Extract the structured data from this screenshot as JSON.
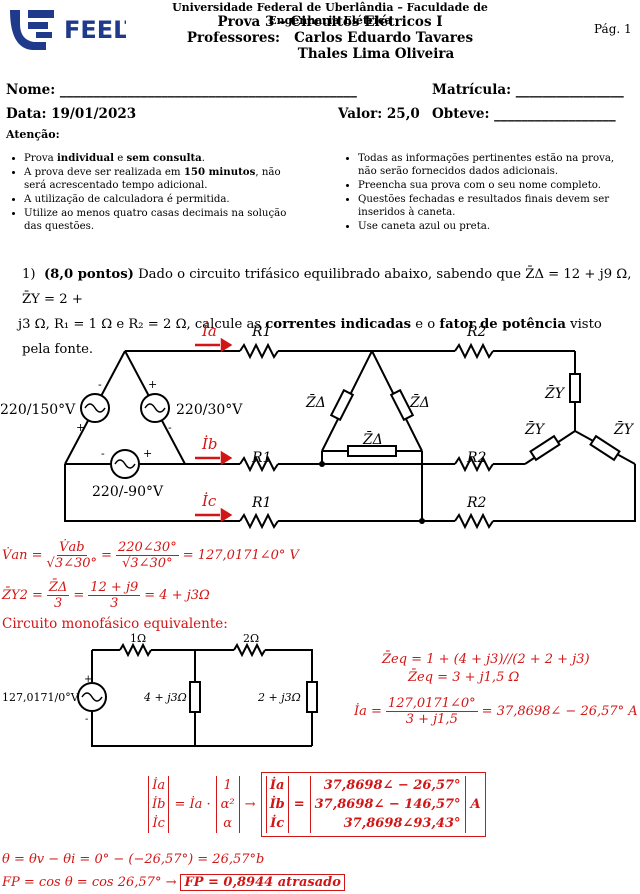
{
  "header": {
    "logo_text": "FEELT",
    "line1": "Universidade Federal de Uberlândia – Faculdade de Engenharia Elétrica",
    "line2": "Prova 3 – Circuitos Elétricos I",
    "line3": "Professores:   Carlos Eduardo Tavares",
    "line4": "Thales Lima Oliveira",
    "page": "Pág. 1"
  },
  "form": {
    "nome": "Nome: ____________________________________________",
    "matricula": "Matrícula: ________________",
    "data": "Data: 19/01/2023",
    "valor": "Valor: 25,0",
    "obteve": "Obteve: __________________"
  },
  "atencao": {
    "title": "Atenção:",
    "left": [
      "Prova individual e sem consulta.",
      "A prova deve ser realizada em 150 minutos, não será acrescentado tempo adicional.",
      "A utilização de calculadora é permitida.",
      "Utilize ao menos quatro casas decimais na solução das questões."
    ],
    "right": [
      "Todas as informações pertinentes estão na prova, não serão fornecidos dados adicionais.",
      "Preencha sua prova com o seu nome completo.",
      "Questões fechadas e resultados finais devem ser inseridos à caneta.",
      "Use caneta azul ou preta."
    ]
  },
  "question": {
    "num": "1)",
    "points": "(8,0 pontos)",
    "text1": " Dado o circuito trifásico equilibrado abaixo, sabendo que Z̄Δ = 12 + j9 Ω, Z̄Y = 2 +",
    "text2": "j3 Ω, R₁ = 1 Ω e R₂ = 2 Ω, calcule as ",
    "bold1": "correntes indicadas",
    "text3": " e o ",
    "bold2": "fator de potência",
    "text4": " visto pela fonte."
  },
  "circuit": {
    "ia": "İa",
    "ib": "İb",
    "ic": "İc",
    "r1": "R1",
    "r2": "R2",
    "zd": "Z̄Δ",
    "zy": "Z̄Y",
    "v1": "220/150°V",
    "v2": "220/30°V",
    "v3": "220/-90°V"
  },
  "solution": {
    "van": "V̇an = V̇ab / (√3∠30°) = 220∠30° / (√3∠30°) = 127,0171∠0° V",
    "van_lhs": "V̇an =",
    "van_f1n": "V̇ab",
    "van_f1d": "√3∠30°",
    "van_f2n": "220∠30°",
    "van_f2d": "√3∠30°",
    "van_res": "= 127,0171∠0° V",
    "zy2_lhs": "Z̄Y2 =",
    "zy2_fn": "Z̄Δ",
    "zy2_fd": "3",
    "zy2_f2n": "12 + j9",
    "zy2_f2d": "3",
    "zy2_res": "= 4 + j3Ω",
    "mono_title": "Circuito monofásico equivalente:",
    "mono_r1": "1Ω",
    "mono_r2": "2Ω",
    "mono_z1": "4 + j3Ω",
    "mono_z2": "2 + j3Ω",
    "mono_v": "127,0171/0°V",
    "zeq1": "Z̄eq = 1 + (4 + j3)//(2 + 2 + j3)",
    "zeq2": "Z̄eq = 3 + j1,5 Ω",
    "ia_lhs": "İa =",
    "ia_fn": "127,0171∠0°",
    "ia_fd": "3 + j1,5",
    "ia_res": "= 37,8698∠ − 26,57° A",
    "vec_left": [
      "İa",
      "İb",
      "İc"
    ],
    "vec_mid_pre": "= İa ·",
    "vec_mid": [
      "1",
      "α²",
      "α"
    ],
    "arrow": "→",
    "vec_res_left": [
      "İa",
      "İb",
      "İc"
    ],
    "vec_res": [
      "37,8698∠ − 26,57°",
      "37,8698∠ − 146,57°",
      "37,8698∠93,43°"
    ],
    "vec_unit": "A",
    "theta": "θ = θv − θi = 0° − (−26,57°) = 26,57°b",
    "fp_pre": "FP = cos θ = cos 26,57° →",
    "fp_box": "FP = 0,8944 atrasado"
  },
  "colors": {
    "red": "#d21515",
    "logo_blue": "#1f3a8a"
  }
}
